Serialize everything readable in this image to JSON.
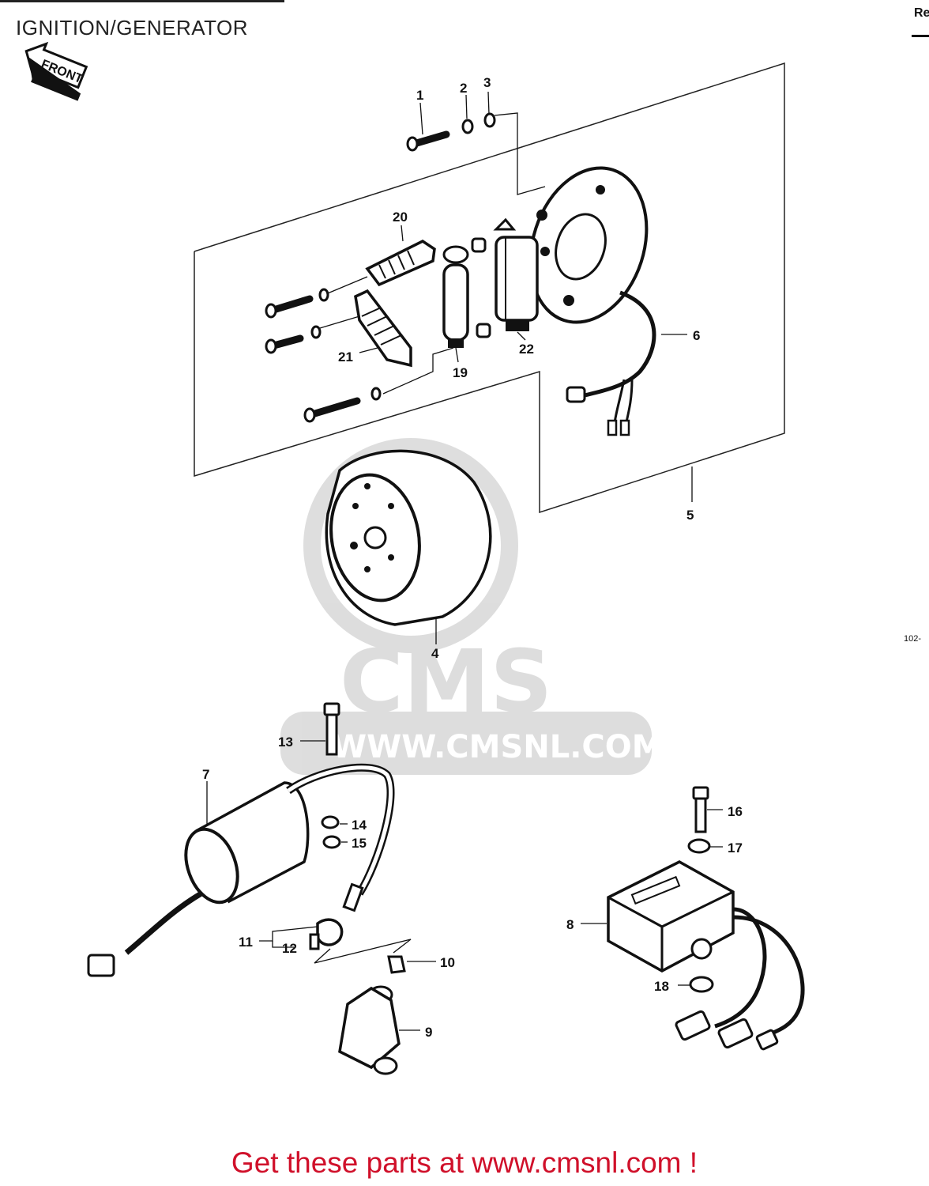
{
  "header": {
    "title": "IGNITION/GENERATOR",
    "corner_label": "Re",
    "side_code": "102-"
  },
  "orientation_badge": {
    "label": "FRONT",
    "icon": "front-arrow-icon"
  },
  "callouts": {
    "c1": "1",
    "c2": "2",
    "c3": "3",
    "c4": "4",
    "c5": "5",
    "c6": "6",
    "c7": "7",
    "c8": "8",
    "c9": "9",
    "c10": "10",
    "c11": "11",
    "c12": "12",
    "c13": "13",
    "c14": "14",
    "c15": "15",
    "c16": "16",
    "c17": "17",
    "c18": "18",
    "c19": "19",
    "c20": "20",
    "c21": "21",
    "c22": "22"
  },
  "watermark": {
    "logo_text": "CMS",
    "url_text": "WWW.CMSNL.COM"
  },
  "footer": {
    "text": "Get these parts at www.cmsnl.com !",
    "color": "#d0102a"
  }
}
